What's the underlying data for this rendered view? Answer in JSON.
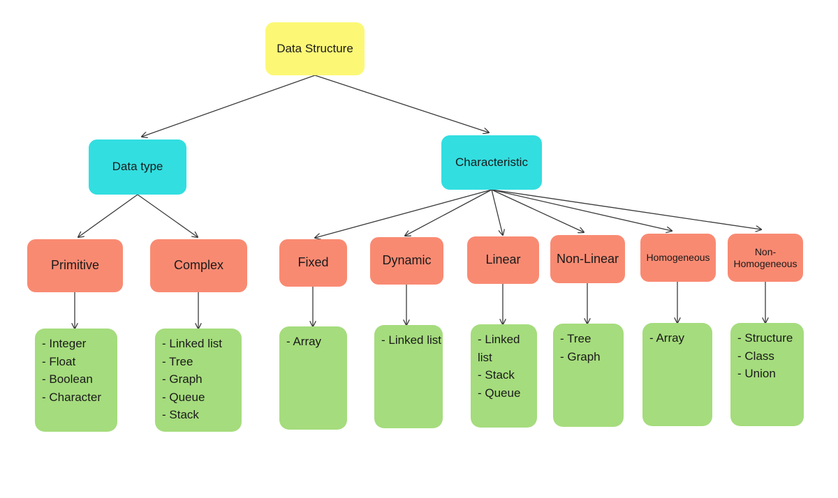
{
  "diagram": {
    "title": "Data Structure classification tree",
    "colors": {
      "root": "#FCF876",
      "level2": "#32DEE0",
      "level3": "#F98A72",
      "leaf": "#A5DC7D",
      "edge": "#3a3a3a",
      "background": "#FFFFFF",
      "text": "#1A1A1A"
    },
    "root": {
      "label": "Data Structure"
    },
    "level2": [
      {
        "label": "Data type"
      },
      {
        "label": "Characteristic"
      }
    ],
    "level3": [
      {
        "label": "Primitive",
        "parent": "Data type"
      },
      {
        "label": "Complex",
        "parent": "Data type"
      },
      {
        "label": "Fixed",
        "parent": "Characteristic"
      },
      {
        "label": "Dynamic",
        "parent": "Characteristic"
      },
      {
        "label": "Linear",
        "parent": "Characteristic"
      },
      {
        "label": "Non-Linear",
        "parent": "Characteristic"
      },
      {
        "label": "Homogeneous",
        "parent": "Characteristic"
      },
      {
        "label": "Non-\nHomogeneous",
        "parent": "Characteristic"
      }
    ],
    "leaves": [
      {
        "parent": "Primitive",
        "items": [
          "- Integer",
          "- Float",
          "- Boolean",
          "- Character"
        ]
      },
      {
        "parent": "Complex",
        "items": [
          "- Linked list",
          "- Tree",
          "- Graph",
          "- Queue",
          "- Stack"
        ]
      },
      {
        "parent": "Fixed",
        "items": [
          "- Array"
        ]
      },
      {
        "parent": "Dynamic",
        "items": [
          "- Linked list"
        ]
      },
      {
        "parent": "Linear",
        "items": [
          "- Linked list",
          "- Stack",
          "- Queue"
        ]
      },
      {
        "parent": "Non-Linear",
        "items": [
          "- Tree",
          "- Graph"
        ]
      },
      {
        "parent": "Homogeneous",
        "items": [
          "- Array"
        ]
      },
      {
        "parent": "Non-Homogeneous",
        "items": [
          "- Structure",
          "- Class",
          "- Union"
        ]
      }
    ]
  }
}
